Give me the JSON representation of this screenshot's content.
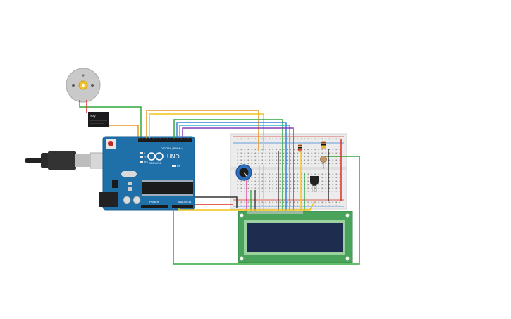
{
  "arduino": {
    "brand_label": "ARDUINO",
    "model_label": "UNO",
    "digital_label": "DIGITAL (PWM ~)",
    "analog_label": "ANALOG IN",
    "power_label": "POWER",
    "tx_label": "TX",
    "rx_label": "RX",
    "l_label": "L",
    "on_label": "ON"
  },
  "relay": {
    "label": "relay"
  },
  "colors": {
    "board": "#1f6fa8",
    "board_dark": "#175e8f",
    "breadboard": "#e9e9e9",
    "lcd_pcb": "#4aa35a",
    "lcd_screen": "#1e2d4f",
    "motor": "#c9c9c9",
    "motor_hub": "#f1c232",
    "wire_green": "#2ea83a",
    "wire_orange": "#e8961e",
    "wire_yellow": "#f2c21b",
    "wire_blue": "#3b82d6",
    "wire_cyan": "#28b3c8",
    "wire_purple": "#8a3ab9",
    "wire_red": "#d93025",
    "wire_black": "#333333",
    "wire_pink": "#e0349a"
  }
}
